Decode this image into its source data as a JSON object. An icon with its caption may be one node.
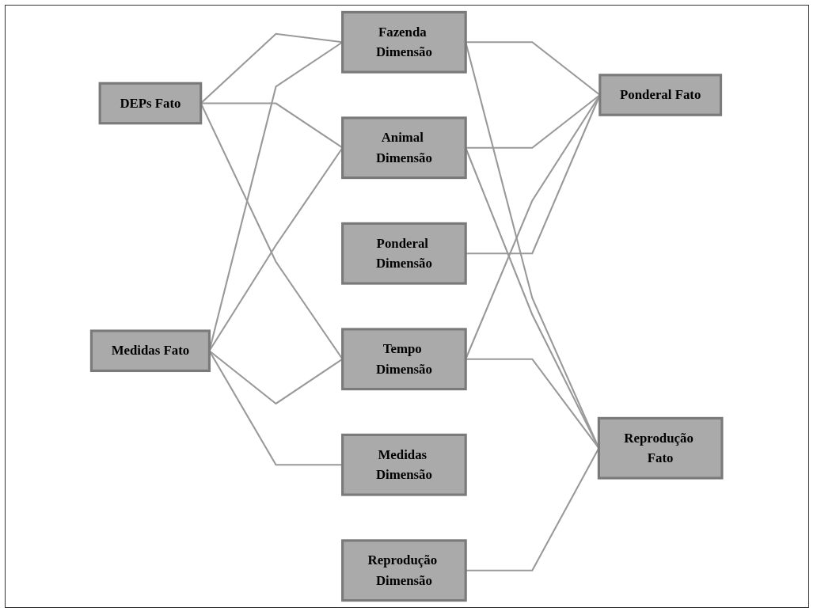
{
  "diagram": {
    "nodes": [
      {
        "text": [
          "DEPs Fato"
        ]
      },
      {
        "text": [
          "Medidas Fato"
        ]
      },
      {
        "text": [
          "Fazenda Dimensão"
        ]
      },
      {
        "text": [
          "Animal Dimensão"
        ]
      },
      {
        "text": [
          "Tempo Dimensão"
        ]
      },
      {
        "text": [
          "Ponderal Dimensão"
        ]
      },
      {
        "text": [
          "Medidas Dimensão"
        ]
      },
      {
        "text": [
          "Reprodução Dimensão"
        ]
      },
      {
        "text": [
          "Ponderal Fato"
        ]
      },
      {
        "text": [
          "Reprodução Fato"
        ]
      }
    ],
    "edges": [
      {
        "from": 0,
        "to": 2,
        "arrow": "none"
      },
      {
        "from": 0,
        "to": 3,
        "arrow": "none"
      },
      {
        "from": 0,
        "to": 4,
        "arrow": "none"
      },
      {
        "from": 1,
        "to": 2,
        "arrow": "none"
      },
      {
        "from": 1,
        "to": 3,
        "arrow": "none"
      },
      {
        "from": 1,
        "to": 4,
        "arrow": "none"
      },
      {
        "from": 1,
        "to": 6,
        "arrow": "none"
      },
      {
        "from": 2,
        "to": 8,
        "arrow": "none"
      },
      {
        "from": 2,
        "to": 9,
        "arrow": "none"
      },
      {
        "from": 3,
        "to": 8,
        "arrow": "none"
      },
      {
        "from": 3,
        "to": 9,
        "arrow": "none"
      },
      {
        "from": 4,
        "to": 8,
        "arrow": "none"
      },
      {
        "from": 4,
        "to": 9,
        "arrow": "none"
      },
      {
        "from": 5,
        "to": 8,
        "arrow": "none"
      },
      {
        "from": 7,
        "to": 9,
        "arrow": "none"
      }
    ]
  }
}
